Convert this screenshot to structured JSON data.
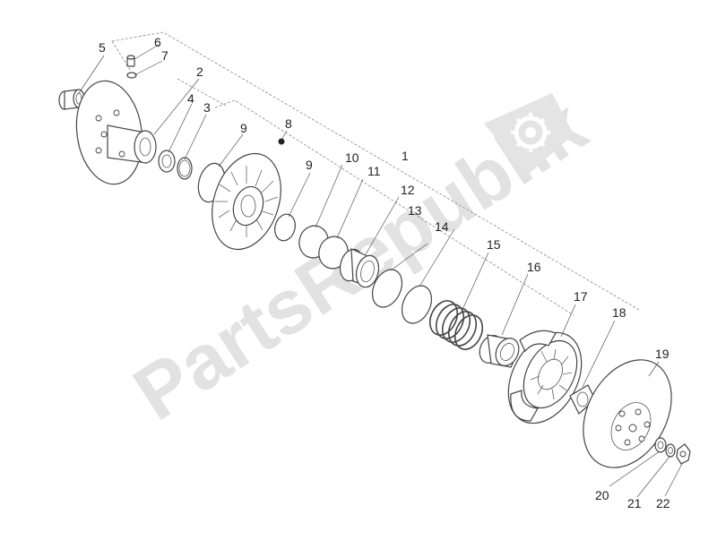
{
  "watermark": {
    "text": "PartsRepublik",
    "logo_icon": "gear-icon"
  },
  "callouts": [
    "1",
    "2",
    "3",
    "4",
    "5",
    "6",
    "7",
    "8",
    "9",
    "9",
    "10",
    "11",
    "12",
    "13",
    "14",
    "15",
    "16",
    "17",
    "18",
    "19",
    "20",
    "21",
    "22"
  ],
  "colors": {
    "line": "#444444",
    "watermark": "#e2e2e2",
    "background": "#ffffff"
  }
}
